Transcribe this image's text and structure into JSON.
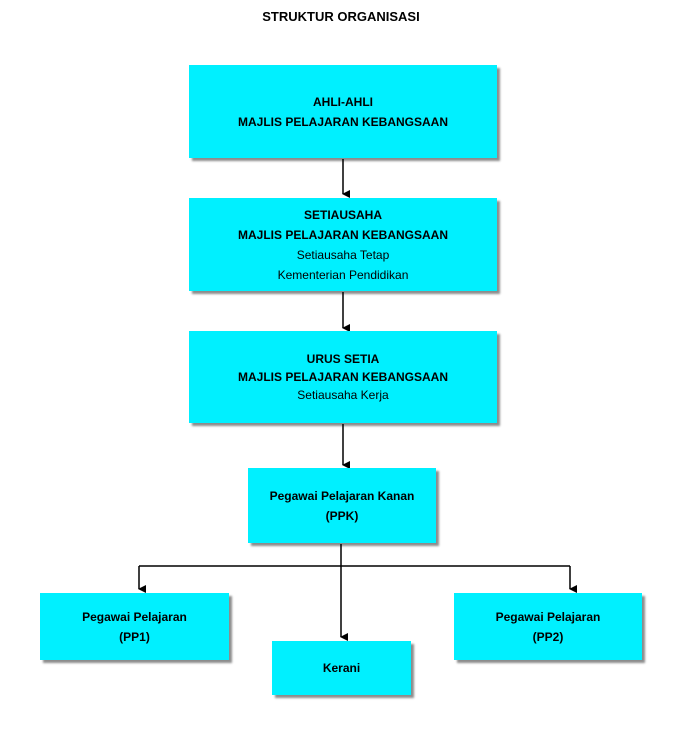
{
  "title": "STRUKTUR ORGANISASI",
  "nodes": {
    "ahli": {
      "line1": "AHLI-AHLI",
      "line2": "MAJLIS PELAJARAN KEBANGSAAN"
    },
    "setiausaha": {
      "line1": "SETIAUSAHA",
      "line2": "MAJLIS PELAJARAN KEBANGSAAN",
      "line3": "Setiausaha Tetap",
      "line4": "Kementerian Pendidikan"
    },
    "urus_setia": {
      "line1": "URUS SETIA",
      "line2": "MAJLIS PELAJARAN KEBANGSAAN",
      "line3": "Setiausaha Kerja"
    },
    "ppk": {
      "line1": "Pegawai Pelajaran Kanan",
      "line2": "(PPK)"
    },
    "pp1": {
      "line1": "Pegawai Pelajaran",
      "line2": "(PP1)"
    },
    "kerani": {
      "line1": "Kerani"
    },
    "pp2": {
      "line1": "Pegawai Pelajaran",
      "line2": "(PP2)"
    }
  },
  "colors": {
    "box_fill": "#00f0ff",
    "line": "#000000"
  }
}
